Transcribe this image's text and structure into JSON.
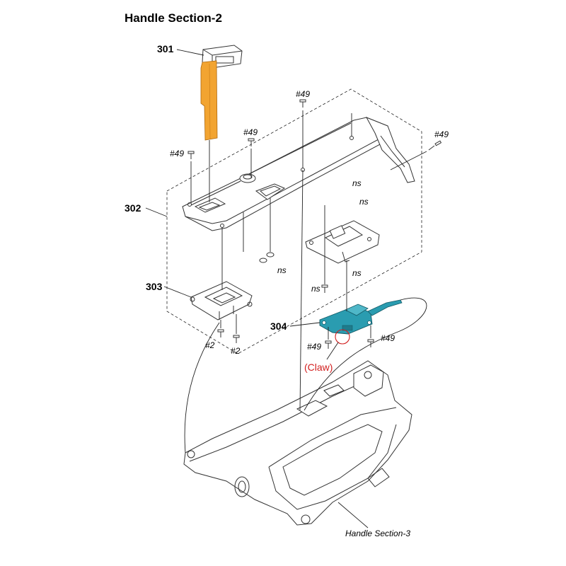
{
  "title": "Handle Section-2",
  "parts": {
    "p301": "301",
    "p302": "302",
    "p303": "303",
    "p304": "304"
  },
  "screws": {
    "s49": "#49",
    "s2": "#2"
  },
  "ns": "ns",
  "claw": "(Claw)",
  "reference": "Handle Section-3",
  "colors": {
    "flex_cable": "#f2a431",
    "part_304": "#2a9cb0",
    "claw": "#d21f1f"
  }
}
